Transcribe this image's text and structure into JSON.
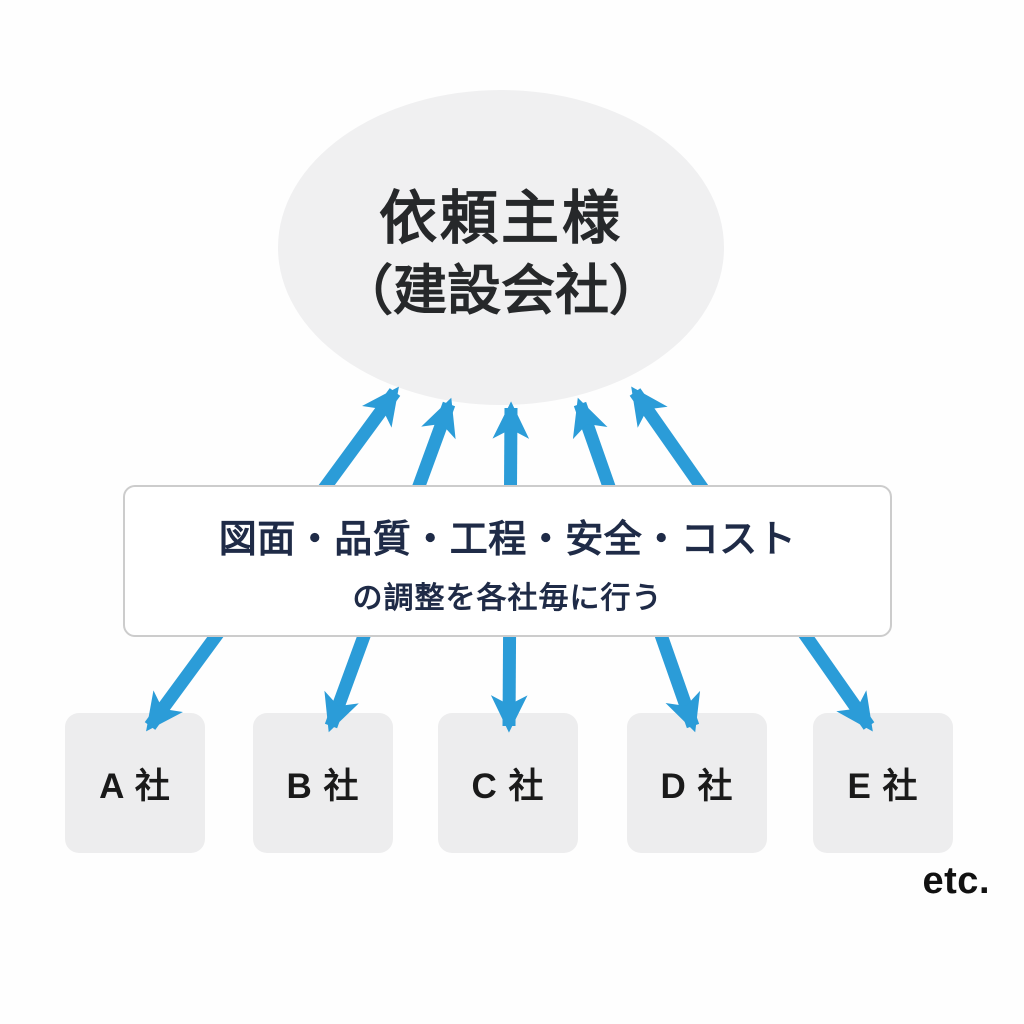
{
  "diagram": {
    "client": {
      "line1": "依頼主様",
      "line2": "（建設会社）"
    },
    "note": {
      "line1": "図面・品質・工程・安全・コスト",
      "line2": "の調整を各社毎に行う"
    },
    "companies": [
      {
        "label": "A 社"
      },
      {
        "label": "B 社"
      },
      {
        "label": "C 社"
      },
      {
        "label": "D 社"
      },
      {
        "label": "E 社"
      }
    ],
    "etc_label": "etc.",
    "icons": {
      "connector": "two-way-arrow-icon"
    }
  },
  "colors": {
    "arrow_blue": "#2b9cd8",
    "ellipse_fill": "#f0f0f1",
    "company_fill": "#ededee",
    "note_border": "#cccccc",
    "note_text": "#1f2b47",
    "title_text": "#26282a",
    "company_text": "#1a1a1a",
    "etc_text": "#111111",
    "page_bg": "#fefefe"
  }
}
